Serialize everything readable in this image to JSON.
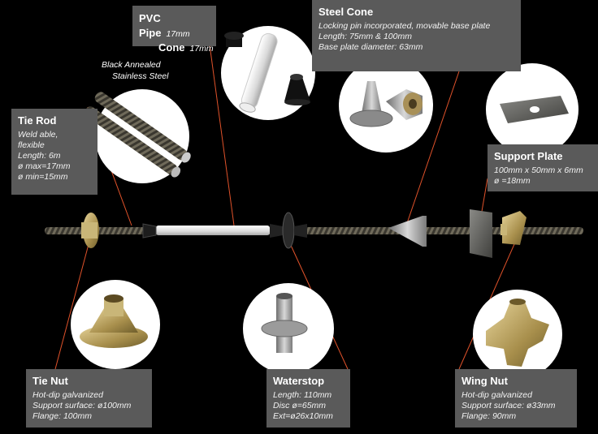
{
  "pvc": {
    "title1": "PVC Pipe",
    "size1": "17mm",
    "title2": "Cone",
    "size2": "17mm"
  },
  "steel_cone": {
    "title": "Steel Cone",
    "lines": [
      "Locking pin incorporated, movable base plate",
      "Length: 75mm & 100mm",
      "Base plate diameter: 63mm"
    ]
  },
  "material_labels": [
    "Black Annealed",
    "Stainless Steel"
  ],
  "tie_rod": {
    "title": "Tie Rod",
    "lines": [
      "Weld able,",
      "flexible",
      "Length: 6m",
      "ø max=17mm",
      "ø min=15mm"
    ]
  },
  "support_plate": {
    "title": "Support Plate",
    "lines": [
      "100mm x 50mm x  6mm",
      "ø =18mm"
    ]
  },
  "tie_nut": {
    "title": "Tie Nut",
    "lines": [
      "Hot-dip galvanized",
      "Support surface: ø100mm",
      "Flange: 100mm"
    ]
  },
  "waterstop": {
    "title": "Waterstop",
    "lines": [
      "Length: 110mm",
      "Disc ø=65mm",
      "Ext=ø26x10mm"
    ]
  },
  "wing_nut": {
    "title": "Wing Nut",
    "lines": [
      "Hot-dip galvanized",
      "Support surface: ø33mm",
      "Flange: 90mm"
    ]
  },
  "colors": {
    "background": "#000000",
    "label_box": "#5a5a5a",
    "leader_line": "#e0522a",
    "rod": "#3c3a34",
    "brass": "#b8a060",
    "steel": "#9a9a9a"
  },
  "icons": [
    "pvc-pipe-and-cone-photo",
    "steel-cone-photo",
    "tie-rod-photo",
    "support-plate-photo",
    "tie-nut-photo",
    "waterstop-photo",
    "wing-nut-photo"
  ]
}
